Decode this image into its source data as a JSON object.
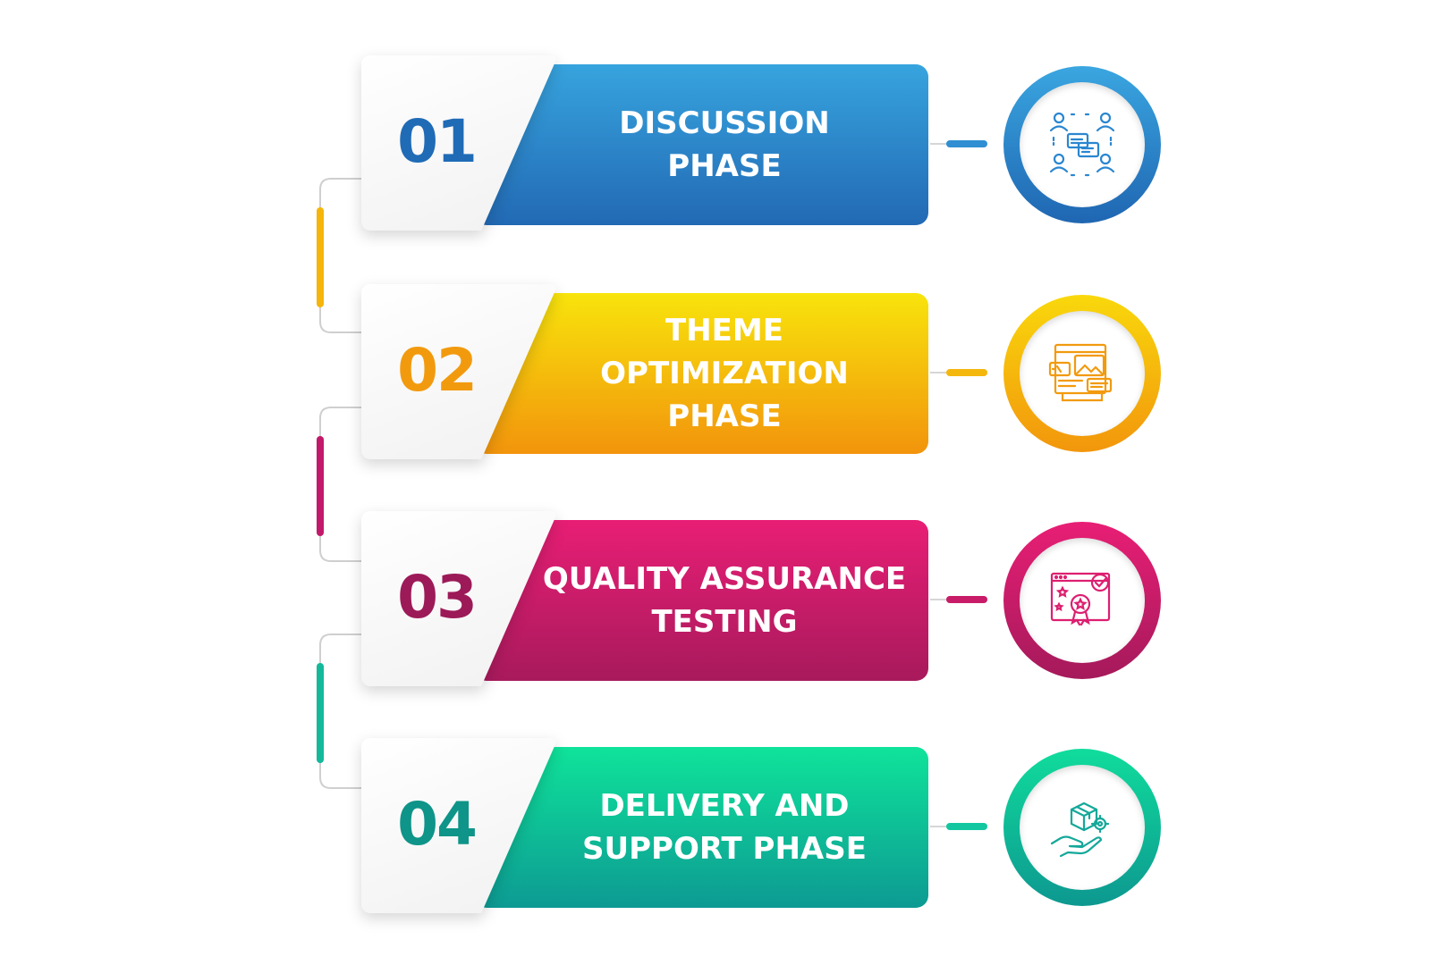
{
  "steps": [
    {
      "number": "01",
      "title": "DISCUSSION\nPHASE",
      "color": "#2a7fc8",
      "icon": "discussion-people-icon",
      "gradient": [
        "#37a4de",
        "#2269b4"
      ]
    },
    {
      "number": "02",
      "title": "THEME OPTIMIZATION\nPHASE",
      "color": "#f29a0e",
      "icon": "web-design-layout-icon",
      "gradient": [
        "#f8e00c",
        "#f2960c"
      ]
    },
    {
      "number": "03",
      "title": "QUALITY ASSURANCE\nTESTING",
      "color": "#a3195b",
      "icon": "quality-certificate-icon",
      "gradient": [
        "#e81e75",
        "#a81a5c"
      ]
    },
    {
      "number": "04",
      "title": "DELIVERY AND\nSUPPORT PHASE",
      "color": "#0e9e8e",
      "icon": "delivery-hand-box-icon",
      "gradient": [
        "#0fe39a",
        "#0d9b93"
      ]
    }
  ],
  "connector_colors": [
    "#f8c70c",
    "#c2196a",
    "#14c9a0"
  ]
}
